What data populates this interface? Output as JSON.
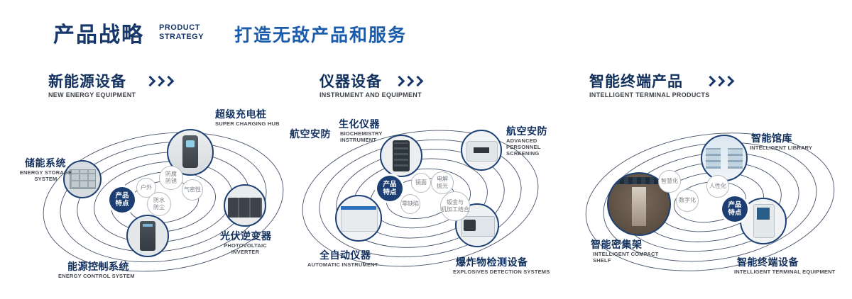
{
  "colors": {
    "navy": "#16376b",
    "blue": "#1a5cab"
  },
  "header": {
    "title_cn": "产品战略",
    "title_en": [
      "PRODUCT",
      "STRATEGY"
    ],
    "subtitle": "打造无敌产品和服务"
  },
  "sections": [
    {
      "title_cn": "新能源设备",
      "title_en": "NEW ENERGY EQUIPMENT",
      "badge": "产品\n特点",
      "features": [
        "户外",
        "防腐\n防锈",
        "气密性",
        "防水\n防尘"
      ],
      "nodes": [
        {
          "cn": "超级充电桩",
          "en": "SUPER CHARGING HUB"
        },
        {
          "cn": "储能系统",
          "en": "ENERGY STORAGE\nSYSTEM"
        },
        {
          "cn": "光伏逆变器",
          "en": "PHOTOVOLTAIC INVERTER"
        },
        {
          "cn": "能源控制系统",
          "en": "ENERGY CONTROL SYSTEM"
        }
      ]
    },
    {
      "title_cn": "仪器设备",
      "title_en": "INSTRUMENT AND EQUIPMENT",
      "extra_label": "航空安防",
      "badge": "产品\n特点",
      "features": [
        "镜面",
        "电解\n抛光",
        "零缺陷",
        "钣金与\n机加工结合"
      ],
      "nodes": [
        {
          "cn": "生化仪器",
          "en": "BIOCHEMISTRY\nINSTRUMENT"
        },
        {
          "cn": "航空安防",
          "en": "ADVANCED PERSONNEL\nSCREENING"
        },
        {
          "cn": "全自动仪器",
          "en": "AUTOMATIC INSTRUMENT"
        },
        {
          "cn": "爆炸物检测设备",
          "en": "EXPLOSIVES DETECTION SYSTEMS"
        }
      ]
    },
    {
      "title_cn": "智能终端产品",
      "title_en": "INTELLIGENT TERMINAL PRODUCTS",
      "badge": "产品\n特点",
      "features": [
        "智慧化",
        "人性化",
        "数字化"
      ],
      "nodes": [
        {
          "cn": "智能馆库",
          "en": "INTELLIGENT LIBRARY"
        },
        {
          "cn": "智能密集架",
          "en": "INTELLIGENT COMPACT\nSHELF"
        },
        {
          "cn": "智能终端设备",
          "en": "INTELLIGENT TERMINAL EQUIPMENT"
        }
      ]
    }
  ]
}
